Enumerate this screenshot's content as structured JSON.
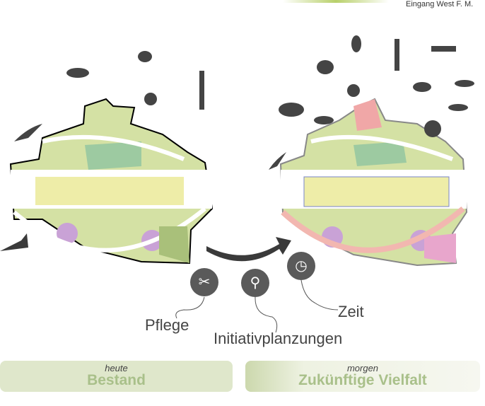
{
  "header": {
    "fragment": "Eingang West F. M."
  },
  "labels": {
    "care": "Pflege",
    "planting": "Initiativplanzungen",
    "time": "Zeit"
  },
  "icons": {
    "care": "scissors-icon",
    "planting": "shovel-icon",
    "time": "clock-icon"
  },
  "panels": {
    "left": {
      "sub": "heute",
      "title": "Bestand"
    },
    "right": {
      "sub": "morgen",
      "title": "Zukünftige Vielfalt"
    }
  },
  "colors": {
    "meadow": "#d7e3a8",
    "lawn": "#eeeda8",
    "water": "#8fc4a0",
    "path": "#ffffff",
    "arrow": "#3a3a3a",
    "panel": "#dfe7cb",
    "title": "#a9c08a"
  }
}
